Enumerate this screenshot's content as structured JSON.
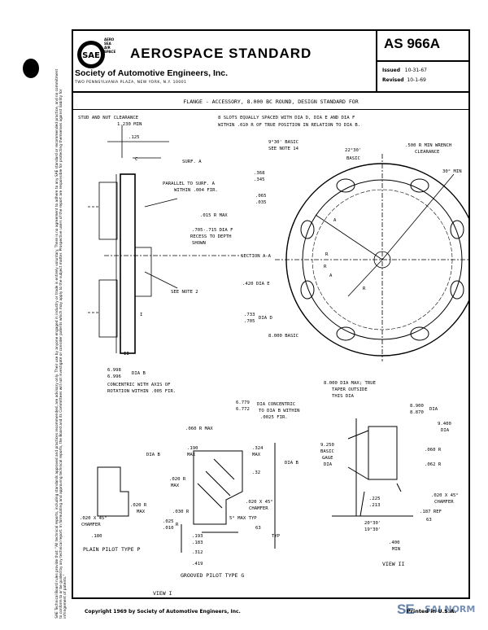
{
  "header": {
    "logo_text": [
      "AERO",
      "SEA",
      "AIR",
      "SPACE"
    ],
    "logo_initials": "SAE",
    "standard_title": "AEROSPACE STANDARD",
    "society": "Society of Automotive Engineers, Inc.",
    "address": "TWO PENNSYLVANIA PLAZA, NEW YORK, N.Y. 10001",
    "doc_number": "AS 966A",
    "issued_label": "Issued",
    "issued_date": "10-31-67",
    "revised_label": "Revised",
    "revised_date": "10-1-69"
  },
  "subtitle": "FLANGE - ACCESSORY, 8.000 BC ROUND, DESIGN STANDARD FOR",
  "legal_note": "SAE Technical Board rules provide that: \"All technical reports, including standards approved and practices recommended, are advisory only. Their use by anyone engaged in industry or trade is entirely voluntary. There is no agreement to adhere to any SAE standard or recommended practice, and no commitment to conform to or be guided by any technical report. In formulating and approving technical reports, the Board and its Committees will not investigate or consider patents which may apply to the subject matter. Prospective users of the report are responsible for protecting themselves against liability for infringement of patents.\"",
  "labels": {
    "stud_clearance": "STUD AND NUT CLEARANCE",
    "stud_clearance_val": "1.230 MIN",
    "dim_125": ".125",
    "c": "C",
    "surf_a": "SURF. A",
    "parallel": "PARALLEL TO SURF. A",
    "parallel2": "WITHIN .004 FIR.",
    "dim_368": ".368",
    "dim_345": ".345",
    "dim_065": ".065",
    "dim_035": ".035",
    "r_max": ".015 R MAX",
    "dia_f1": ".705-.715 DIA F",
    "dia_f2": "RECESS TO DEPTH",
    "dia_f3": "SHOWN",
    "see_note2": "SEE NOTE 2",
    "roman_i": "I",
    "roman_ii": "II",
    "slots1": "8 SLOTS EQUALLY SPACED WITH DIA D, DIA E AND DIA F",
    "slots2": "WITHIN .010 R OF TRUE POSITION IN RELATION TO DIA B.",
    "basic_930": "9°30' BASIC",
    "see_note14": "SEE NOTE 14",
    "ang_2230": "22°30'",
    "basic": "BASIC",
    "wrench1": ".500 R MIN WRENCH",
    "wrench2": "CLEARANCE",
    "ang_30": "30° MIN",
    "a1": "A",
    "a2": "A",
    "section_aa": "SECTION A-A",
    "r1": "R",
    "r2": "R",
    "r3": "R",
    "dia_e": ".420 DIA E",
    "dia_d1": ".733",
    "dia_d2": ".705",
    "dia_d": "DIA D",
    "basic_8000": "8.000 BASIC",
    "dia_b_1": "6.998",
    "dia_b_2": "6.996",
    "dia_b": "DIA B",
    "concentric1": "CONCENTRIC WITH AXIS OF",
    "concentric2": "ROTATION WITHIN .005 FIR.",
    "v6779": "6.779",
    "v6772": "6.772",
    "dia_conc1": "DIA CONCENTRIC",
    "dia_conc2": "TO DIA B WITHIN",
    "dia_conc3": ".0025 FIR.",
    "dia_max1": "8.000 DIA MAX; TRUE",
    "dia_max2": "TAPER OUTSIDE",
    "dia_max3": "THIS DIA",
    "v8900": "8.900",
    "v8870": "8.870",
    "dia": "DIA",
    "v9400": "9.400",
    "dia2": "DIA",
    "r060max": ".060 R MAX",
    "v190": ".190",
    "max1": "MAX",
    "v324": ".324",
    "max2": "MAX",
    "v32": ".32",
    "dia_b2": "DIA B",
    "dia_b3": "DIA B",
    "r020max": ".020 R",
    "max3": "MAX",
    "r020max2": ".020 R",
    "max4": "MAX",
    "r030": ".030 R",
    "cham1": ".020 X 45°",
    "cham1b": "CHAMFER",
    "cham2": ".020 X 45°",
    "cham2b": "CHAMFER",
    "cham3": ".020 X 45°",
    "cham3b": "CHAMFER",
    "v180": ".180",
    "v025": ".025",
    "v010": ".010",
    "r_lbl": "R",
    "max_typ": "5° MAX TYP",
    "v63": "63",
    "typ": "TYP",
    "v193": ".193",
    "v183": ".183",
    "v312": ".312",
    "v419": ".419",
    "v9250": "9.250",
    "basic2": "BASIC",
    "gage": "GAGE",
    "dia3": "DIA",
    "r060": ".060 R",
    "r062": ".062 R",
    "v225": ".225",
    "v213": ".213",
    "ang2030": "20°30'",
    "ang1930": "19°30'",
    "ref187": ".187 REF",
    "v63b": "63",
    "v400": ".400",
    "min": "MIN",
    "plain_pilot": "PLAIN PILOT TYPE P",
    "grooved_pilot": "GROOVED PILOT TYPE G",
    "view_i": "VIEW I",
    "view_ii": "VIEW II"
  },
  "footer": {
    "copyright": "Copyright 1969 by Society of Automotive Engineers, Inc.",
    "printed": "Printed in U.S.A.",
    "watermark": "SE",
    "watermark2": "SAI NORM"
  }
}
